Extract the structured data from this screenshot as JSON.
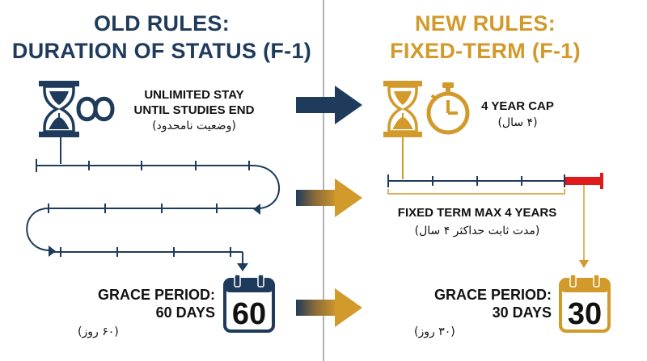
{
  "old": {
    "title_line1": "OLD RULES:",
    "title_line2": "DURATION OF STATUS (F-1)",
    "stay_line1": "UNLIMITED STAY",
    "stay_line2": "UNTIL STUDIES END",
    "stay_fa": "(وضعیت نامحدود)",
    "grace_line1": "GRACE PERIOD:",
    "grace_line2": "60 DAYS",
    "grace_fa": "(۶۰ روز)",
    "calendar_number": "60"
  },
  "new": {
    "title_line1": "NEW RULES:",
    "title_line2": "FIXED-TERM (F-1)",
    "cap_label": "4 YEAR CAP",
    "cap_fa": "(۴ سال)",
    "term_label": "FIXED TERM MAX 4 YEARS",
    "term_fa": "(مدت ثابت حداکثر ۴ سال)",
    "grace_line1": "GRACE PERIOD:",
    "grace_line2": "30 DAYS",
    "grace_fa": "(۳۰ روز)",
    "calendar_number": "30"
  },
  "colors": {
    "navy": "#1f3b5c",
    "gold": "#d29a2a",
    "red": "#e01b1b",
    "divider": "#9a9a9a"
  },
  "icons": [
    "hourglass-icon",
    "infinity-icon",
    "stopwatch-icon",
    "calendar-icon",
    "arrow-icon"
  ]
}
